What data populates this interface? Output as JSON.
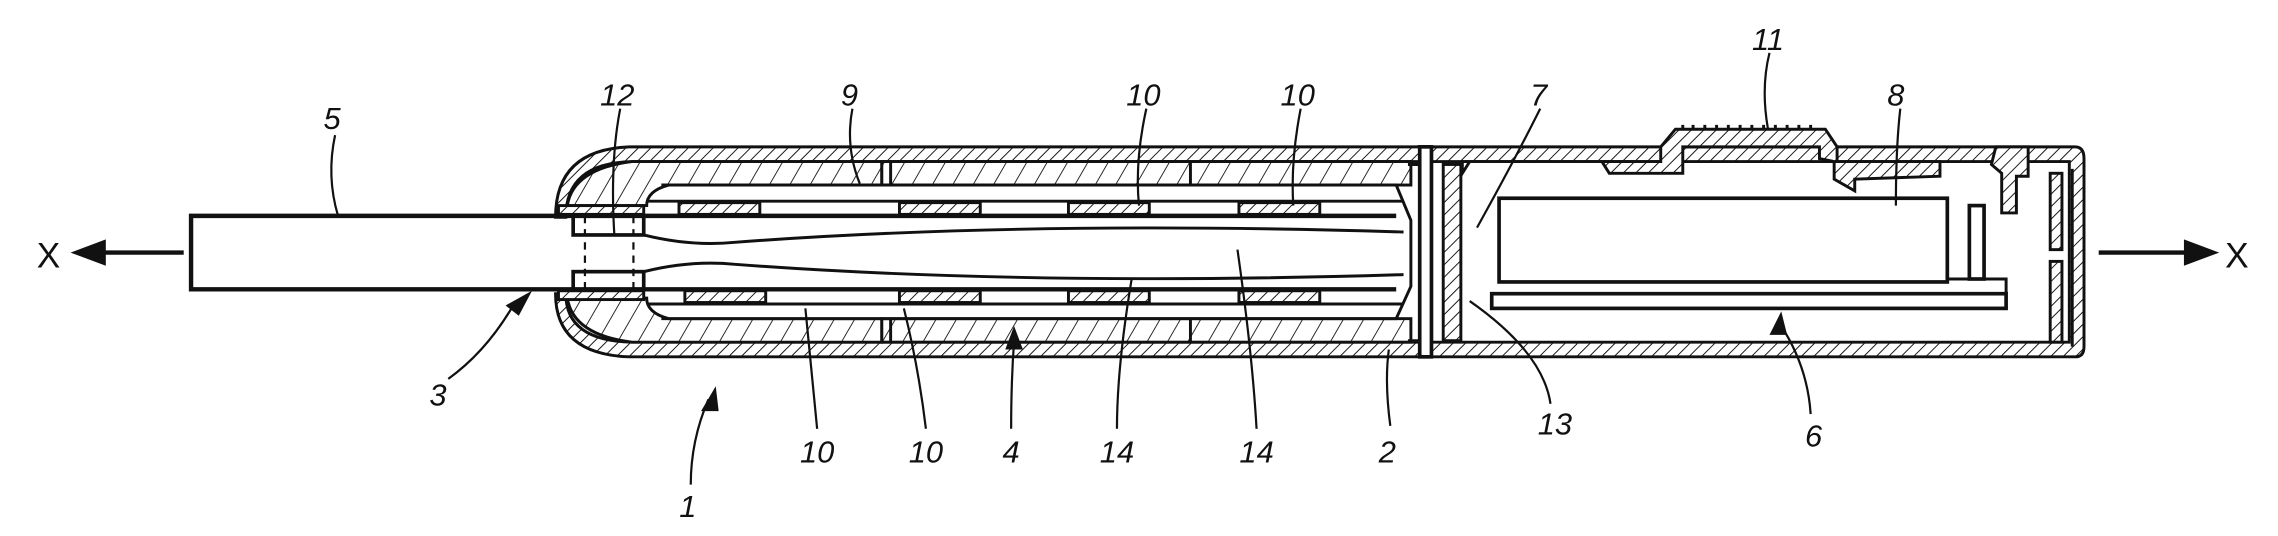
{
  "figure": {
    "axis_left": "X",
    "axis_right": "X",
    "labels": {
      "housing_assembly": "1",
      "housing": "2",
      "opening": "3",
      "coil_assembly": "4",
      "rod": "5",
      "electronics": "6",
      "partition": "7",
      "battery": "8",
      "sleeve": "9",
      "coil_top_1": "10",
      "coil_top_2": "10",
      "coil_bottom_1": "10",
      "coil_bottom_2": "10",
      "button": "11",
      "seal": "12",
      "contact": "13",
      "bore_1": "14",
      "bore_2": "14"
    }
  }
}
